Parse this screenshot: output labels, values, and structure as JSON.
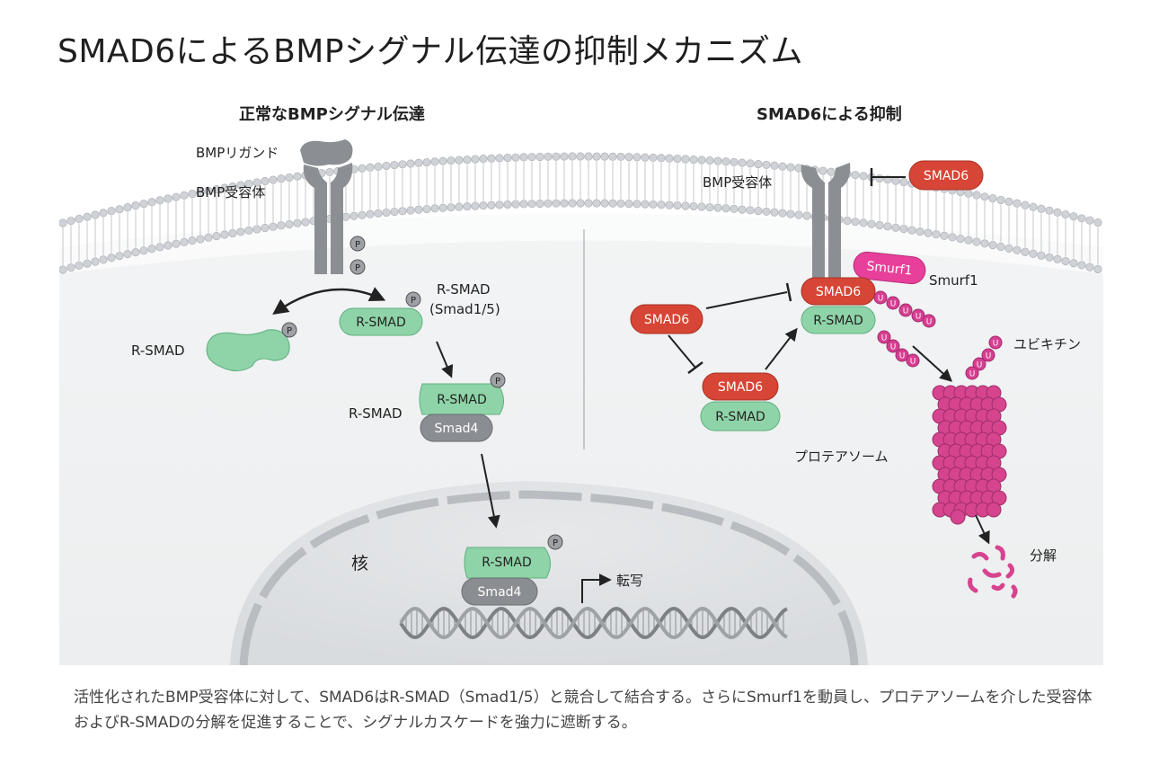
{
  "title": "SMAD6によるBMPシグナル伝達の抑制メカニズム",
  "panels": {
    "left": {
      "heading": "正常なBMPシグナル伝達",
      "ligand": "BMPリガンド",
      "receptor": "BMP受容体",
      "phospho": "P",
      "rsmad_free": "R-SMAD",
      "rsmad_pill": "R-SMAD",
      "rsmad_desc_line1": "R-SMAD",
      "rsmad_desc_line2": "(Smad1/5)",
      "complex_label": "R-SMAD",
      "complex_rsmad": "R-SMAD",
      "complex_smad4": "Smad4",
      "nucleus": "核",
      "nuc_rsmad": "R-SMAD",
      "nuc_smad4": "Smad4",
      "transcription": "転写"
    },
    "right": {
      "heading": "SMAD6による抑制",
      "receptor": "BMP受容体",
      "smad6_top": "SMAD6",
      "smad6_left": "SMAD6",
      "smad6_bound": "SMAD6",
      "smad6_complex": "SMAD6",
      "rsmad_bound": "R-SMAD",
      "rsmad_complex": "R-SMAD",
      "smurf1_pill": "Smurf1",
      "smurf1_label": "Smurf1",
      "ubiquitin_glyph": "U",
      "ubiquitin": "ユビキチン",
      "proteasome": "プロテアソーム",
      "degradation": "分解"
    }
  },
  "caption": "活性化されたBMP受容体に対して、SMAD6はR-SMAD（Smad1/5）と競合して結合する。さらにSmurf1を動員し、プロテアソームを介した受容体およびR-SMADの分解を促進することで、シグナルカスケードを強力に遮断する。",
  "colors": {
    "membrane_head": "#c9ccd0",
    "receptor": "#8b8f94",
    "rsmad": "#8fd4a8",
    "smad4": "#8a8d92",
    "smad6": "#d64535",
    "smurf1": "#e8409a",
    "ubiquitin": "#d63f91",
    "proteasome": "#d6448f"
  }
}
